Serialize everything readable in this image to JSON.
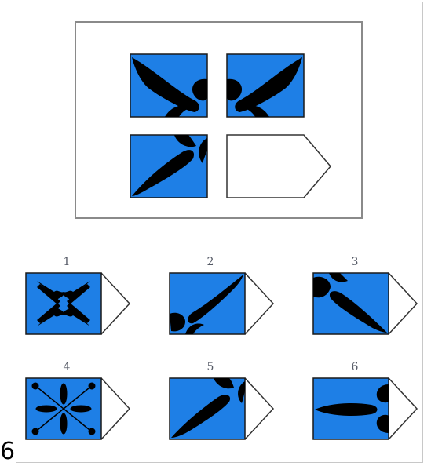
{
  "colors": {
    "tile_fill": "#1e7fe6",
    "shape": "#000000",
    "outline": "#1a1a1a",
    "blank": "#ffffff"
  },
  "options": [
    {
      "label": "1",
      "pattern": "four-cross-arrows-icon"
    },
    {
      "label": "2",
      "pattern": "diagonal-leaf-up-right-icon"
    },
    {
      "label": "3",
      "pattern": "diagonal-leaf-down-right-icon"
    },
    {
      "label": "4",
      "pattern": "eight-ray-star-icon"
    },
    {
      "label": "5",
      "pattern": "diagonal-leaf-up-right-top-icon"
    },
    {
      "label": "6",
      "pattern": "horizontal-leaf-icon"
    }
  ],
  "stray_char": "6"
}
